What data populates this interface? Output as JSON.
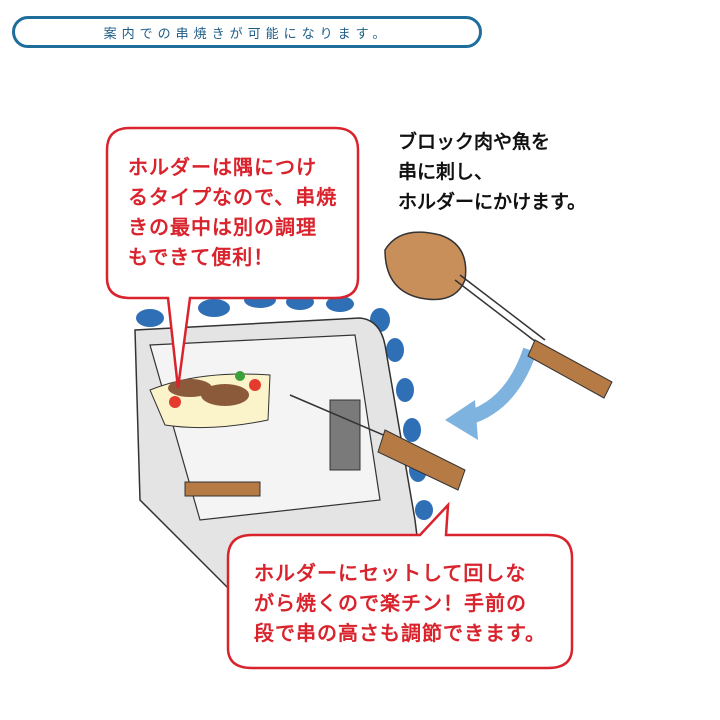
{
  "banner": {
    "text": "案内での串焼きが可能になります。"
  },
  "callouts": {
    "holder_corner": "ホルダーは隅につけ\nるタイプなので、串焼\nきの最中は別の調理\nもできて便利！",
    "skewer_instruction": "ブロック肉や魚を\n串に刺し、\nホルダーにかけます。",
    "set_and_turn": "ホルダーにセットして回しな\nがら焼くので楽チン！手前の\n段で串の高さも調節できます。"
  },
  "colors": {
    "banner_border": "#1e6e9c",
    "callout_red": "#d9232d",
    "arrow_blue": "#7fb3df",
    "oven_tile_blue": "#2f6fb6",
    "meat": "#c98f5a",
    "handle": "#b67a45"
  }
}
